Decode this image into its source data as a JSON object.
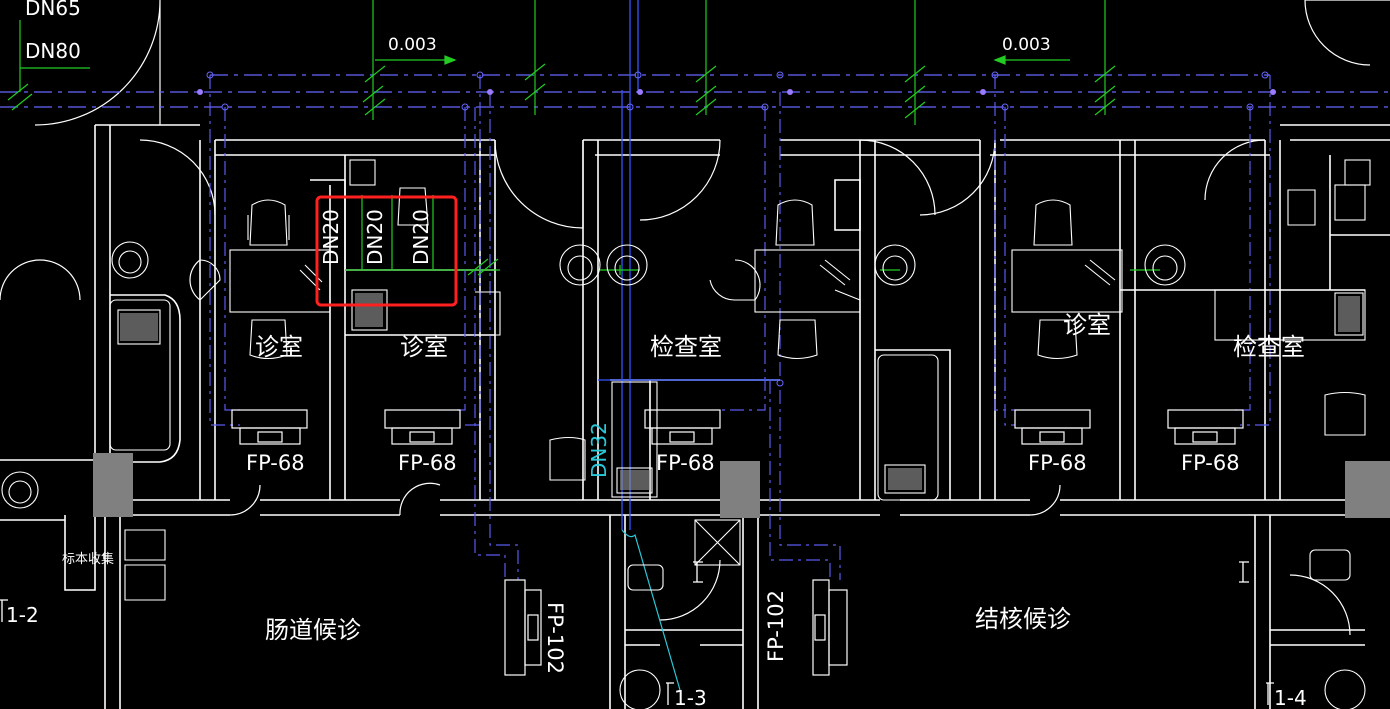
{
  "colors": {
    "background": "#000000",
    "walls": "#ffffff",
    "supply_pipe": "#6666ff",
    "return_pipe": "#5a5aee",
    "vertical_pipe": "#3355ff",
    "green_pipe": "#22cc22",
    "cyan": "#28c8d8",
    "column": "#808080",
    "highlight": "#ff2020",
    "node": "#9a7aff"
  },
  "pipe_labels": {
    "dn65": "DN65",
    "dn80": "DN80",
    "dn32": "DN32",
    "dn20_a": "DN20",
    "dn20_b": "DN20",
    "dn20_c": "DN20"
  },
  "slopes": {
    "left": "0.003",
    "right": "0.003"
  },
  "rooms": {
    "exam_room_1": "诊室",
    "exam_room_2": "诊室",
    "check_room_1": "检查室",
    "exam_room_3": "诊室",
    "check_room_2": "检查室",
    "waiting_intestinal": "肠道候诊",
    "waiting_tb": "结核候诊",
    "specimen": "标本收集"
  },
  "fan_coils": {
    "fp1": "FP-68",
    "fp2": "FP-68",
    "fp3": "FP-68",
    "fp4": "FP-68",
    "fp5": "FP-68",
    "fp6": "FP-102",
    "fp7": "FP-102"
  },
  "section_marks": {
    "s12": "1-2",
    "s13": "1-3",
    "s14": "1-4"
  }
}
